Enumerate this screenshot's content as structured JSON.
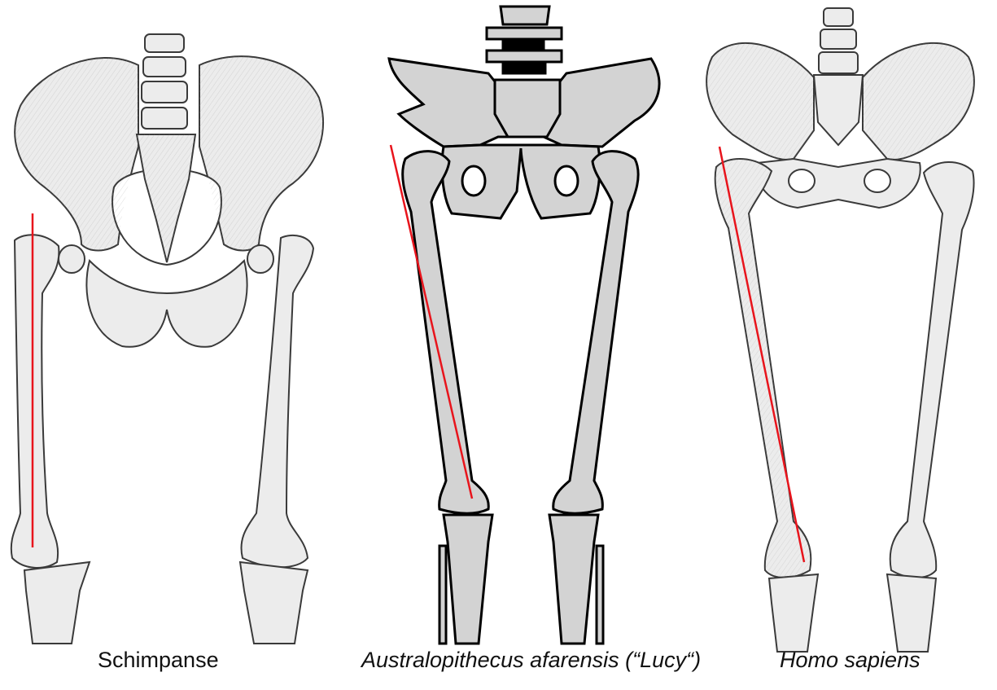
{
  "panels": [
    {
      "id": "chimp",
      "caption": "Schimpanse"
    },
    {
      "id": "lucy",
      "caption": "Australopithecus afarensis (“Lucy“)"
    },
    {
      "id": "homo",
      "caption": "Homo sapiens"
    }
  ],
  "colors": {
    "bone_sketch_fill": "#ececec",
    "bone_sketch_stroke": "#3a3a3a",
    "lucy_fill": "#d3d3d3",
    "lucy_stroke": "#000000",
    "axis_line": "#e8141c",
    "background": "#ffffff"
  }
}
